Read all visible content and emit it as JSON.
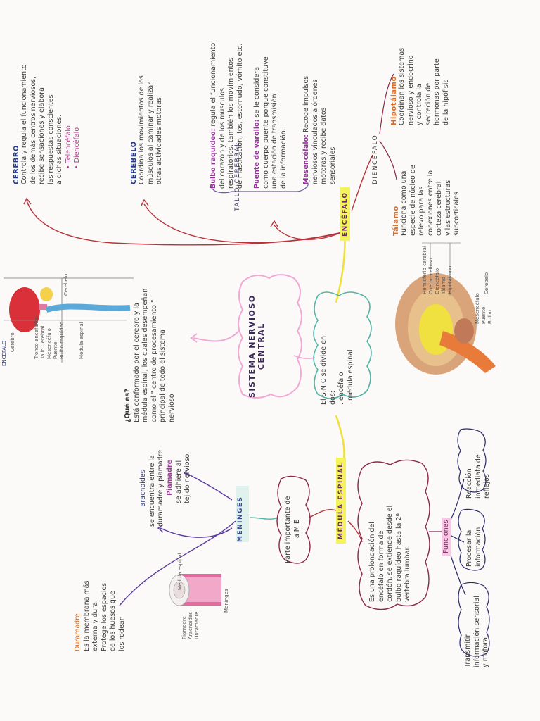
{
  "central": {
    "title_lines": [
      "SISTEMA NERVIOSO",
      "CENTRAL"
    ],
    "divides_lines": [
      "El S.N.C se divide en",
      "dos:",
      ". encéfalo",
      ". médula espinal"
    ]
  },
  "que_es": {
    "question": "¿Qué es?",
    "lines": [
      "Está conformado por el cerebro y la",
      "médula espinal, los cuales desempeñan",
      "como el \" centro de procesamiento \"",
      "principal de todo el sistema",
      "nervioso"
    ]
  },
  "encefalo": {
    "label": "ENCÉFALO",
    "tallo_label": "TALLO CEREBRAL",
    "cerebro": {
      "title": "CEREBRO",
      "lines": [
        "Controla y regula el funcionamiento",
        "de los demás centros nerviosos,",
        "recibe sensaciones y elabora",
        "las respuestas conscientes",
        "a dichas situaciones.",
        "• Telencéfalo",
        "• Diencéfalo"
      ]
    },
    "cerebelo": {
      "title": "CEREBELO",
      "lines": [
        "Coordina los movimientos de los",
        "músculos al caminar y realizar",
        "otras actividades motoras."
      ]
    },
    "bulbo": {
      "title": "Bulbo raquídeo:",
      "lines": [
        "regula el funcionamiento",
        "del corazón y de los músculos",
        "respiratorios, también los movimientos",
        "de masticación, tos, estornudo, vómito etc."
      ]
    },
    "puente": {
      "title": "Puente de varolio:",
      "lines": [
        "se le considera",
        "como cuerpo puente porque constituye",
        "una estación de transmisión",
        "de la información."
      ]
    },
    "mesencefalo": {
      "title": "Mesencéfalo:",
      "lines": [
        "Recoge impulsos",
        "nerviosos vinculados a órdenes",
        "motoras y recibe datos",
        "sensoriales"
      ]
    }
  },
  "diencefalo": {
    "label": "DIENCÉFALO",
    "hipotalamo": {
      "title": "Hipotálamo",
      "lines": [
        "Coordinan los sistemas",
        "nervioso y endocrino",
        "y controla la",
        "secreción de",
        "hormonas por parte",
        "de la hipófisis"
      ]
    },
    "talamo": {
      "title": "Tálamo",
      "lines": [
        "Funciona como una",
        "especie de núcleo de",
        "relevo para las",
        "conexiones entre la",
        "corteza cerebral",
        "y las estructuras",
        "subcorticales"
      ]
    }
  },
  "medula": {
    "label": "MÉDULA ESPINAL",
    "parte_lines": [
      "Parte importante de",
      "la M.E"
    ],
    "desc_lines": [
      "Es una prolongación del",
      "encéfalo en forma de",
      "cordón, se extiende desde el",
      "bulbo raquídeo hasta la 2ª",
      "vértebra lumbar."
    ],
    "funciones_label": "Funciones",
    "func_reaccion": [
      "Reacción",
      "inmediata de",
      "reflejos"
    ],
    "func_procesar": [
      "Procesar la",
      "información"
    ],
    "func_transmitir": [
      "Transmitir",
      "información sensorial",
      "y motora"
    ]
  },
  "meninges": {
    "label": "MENINGES",
    "aracnoides": {
      "title": "aracnoides",
      "lines": [
        "se encuentra entre la",
        "duramadre y piamadre"
      ]
    },
    "piamadre": {
      "title": "Piamadre",
      "lines": [
        "se adhiere al",
        "tejido nervioso."
      ]
    },
    "duramadre": {
      "title": "Duramadre",
      "lines": [
        "Es la membrana más",
        "externa y dura.",
        "Protege los espacios",
        "de los huesos que",
        "los rodean"
      ]
    }
  },
  "diagram_brain": {
    "labels": [
      "Cerebro",
      "Cerebelo",
      "Tronco encefálico",
      "Médula espinal",
      "Tallo Cerebral",
      "Mesencéfalo",
      "Puente",
      "Bulbo raquídeo"
    ],
    "caption": "ENCÉFALO"
  },
  "diagram_section": {
    "labels": [
      "Hemisferio cerebral",
      "Cuerpo calloso",
      "Diencéfalo",
      "Tálamo",
      "Hipotálamo",
      "Mesencéfalo",
      "Puente",
      "Bulbo",
      "Cerebelo"
    ]
  },
  "diagram_meninges": {
    "labels": [
      "Médula espinal",
      "Meninges",
      "Piamadre",
      "Aracnoides",
      "Duramadre"
    ]
  },
  "colors": {
    "red_connector": "#b8323a",
    "purple_connector": "#5b3aa0",
    "yellow_connector": "#f0e23a",
    "cloud_teal": "#52b5a6",
    "cloud_maroon": "#8a2a4a",
    "cloud_pink": "#f2a8d4"
  }
}
